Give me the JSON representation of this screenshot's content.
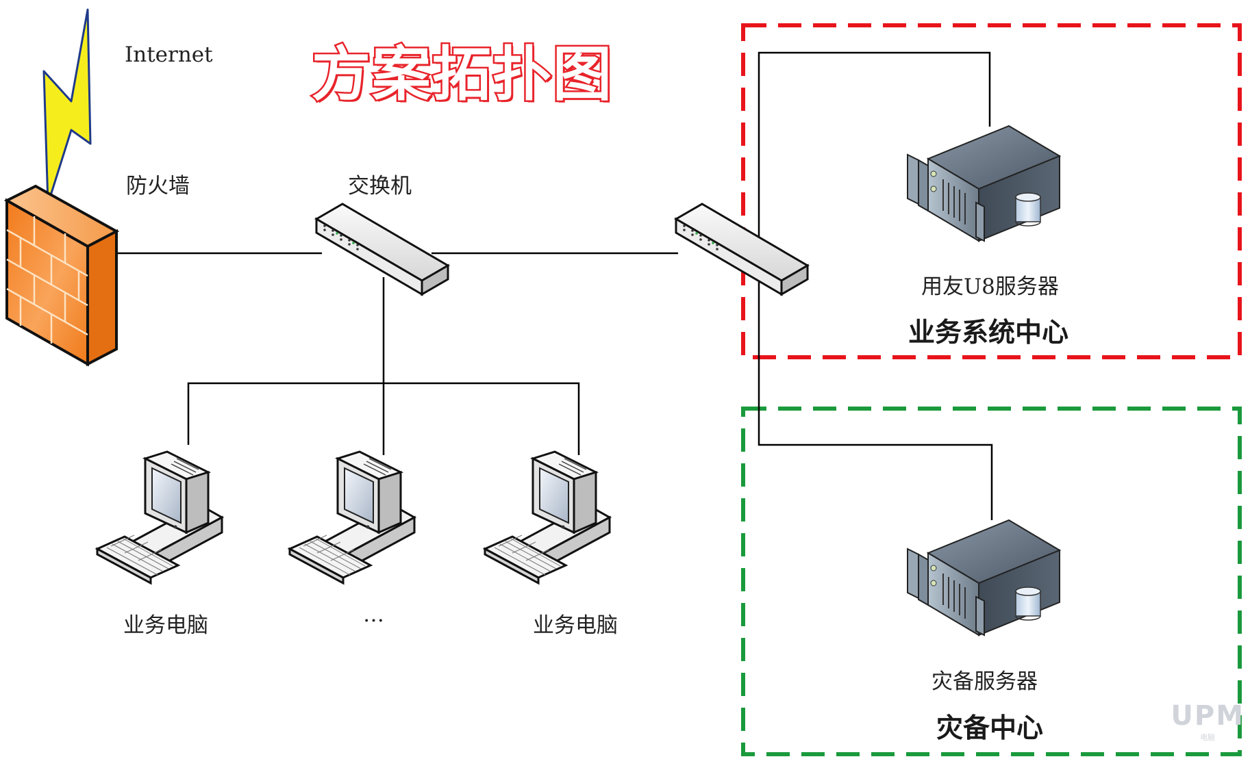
{
  "title": "方案拓扑图",
  "nodes": {
    "internet": "Internet",
    "firewall": "防火墙",
    "switch": "交换机",
    "pc_left": "业务电脑",
    "pc_middle": "…",
    "pc_right": "业务电脑",
    "server_main": "用友U8服务器",
    "server_backup": "灾备服务器"
  },
  "zones": {
    "business": {
      "label": "业务系统中心",
      "color": "#e8141b"
    },
    "disaster": {
      "label": "灾备中心",
      "color": "#1a9a3c"
    }
  },
  "watermark": {
    "logo": "UPM",
    "caption": "电脑"
  },
  "colors": {
    "firewall": "#f08a2a",
    "lightning": "#f6ee1c",
    "line": "#000000"
  }
}
